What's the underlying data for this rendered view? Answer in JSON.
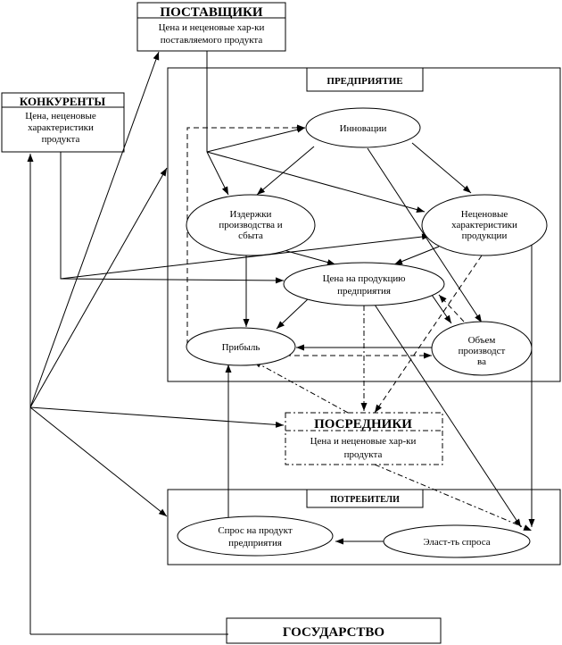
{
  "suppliers": {
    "title": "ПОСТАВЩИКИ",
    "line1": "Цена и неценовые хар-ки",
    "line2": "поставляемого продукта"
  },
  "competitors": {
    "title": "КОНКУРЕНТЫ",
    "line1": "Цена, неценовые",
    "line2": "характеристики",
    "line3": "продукта"
  },
  "enterprise": {
    "title": "ПРЕДПРИЯТИЕ"
  },
  "innovations": {
    "label": "Инновации"
  },
  "costs": {
    "line1": "Издержки",
    "line2": "производства и",
    "line3": "сбыта"
  },
  "nonprice": {
    "line1": "Неценовые",
    "line2": "характеристики",
    "line3": "продукции"
  },
  "price": {
    "line1": "Цена на продукцию",
    "line2": "предприятия"
  },
  "profit": {
    "label": "Прибыль"
  },
  "volume": {
    "line1": "Объем",
    "line2": "производст",
    "line3": "ва"
  },
  "intermediaries": {
    "title": "ПОСРЕДНИКИ",
    "line1": "Цена и неценовые хар-ки",
    "line2": "продукта"
  },
  "consumers": {
    "title": "ПОТРЕБИТЕЛИ"
  },
  "demand": {
    "line1": "Спрос на продукт",
    "line2": "предприятия"
  },
  "elasticity": {
    "label": "Эласт-ть спроса"
  },
  "state": {
    "title": "ГОСУДАРСТВО"
  }
}
